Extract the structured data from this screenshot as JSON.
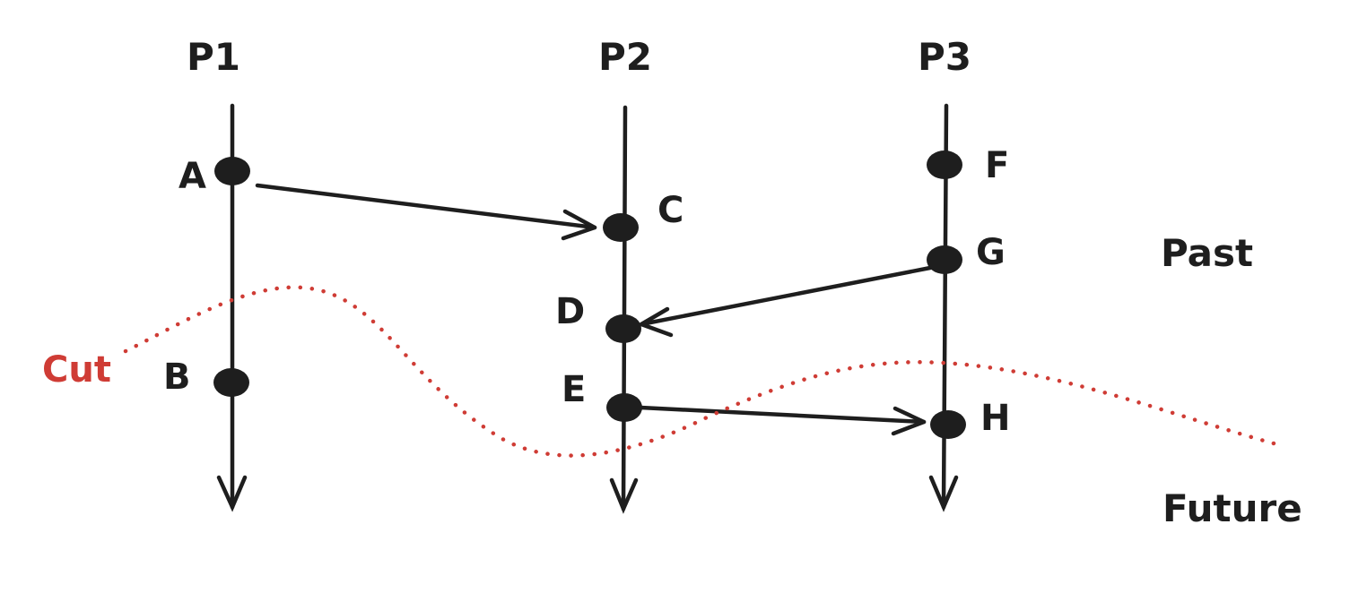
{
  "processes": [
    {
      "id": "p1",
      "label": "P1"
    },
    {
      "id": "p2",
      "label": "P2"
    },
    {
      "id": "p3",
      "label": "P3"
    }
  ],
  "events": [
    {
      "id": "A",
      "label": "A",
      "process": "P1"
    },
    {
      "id": "B",
      "label": "B",
      "process": "P1"
    },
    {
      "id": "C",
      "label": "C",
      "process": "P2"
    },
    {
      "id": "D",
      "label": "D",
      "process": "P2"
    },
    {
      "id": "E",
      "label": "E",
      "process": "P2"
    },
    {
      "id": "F",
      "label": "F",
      "process": "P3"
    },
    {
      "id": "G",
      "label": "G",
      "process": "P3"
    },
    {
      "id": "H",
      "label": "H",
      "process": "P3"
    }
  ],
  "messages": [
    {
      "from": "A",
      "to": "C"
    },
    {
      "from": "G",
      "to": "D"
    },
    {
      "from": "E",
      "to": "H"
    }
  ],
  "cut": {
    "label": "Cut",
    "color": "#cf3c35"
  },
  "regions": {
    "past": "Past",
    "future": "Future"
  },
  "colors": {
    "ink": "#1e1e1e",
    "cut": "#cf3c35",
    "background": "#ffffff"
  }
}
